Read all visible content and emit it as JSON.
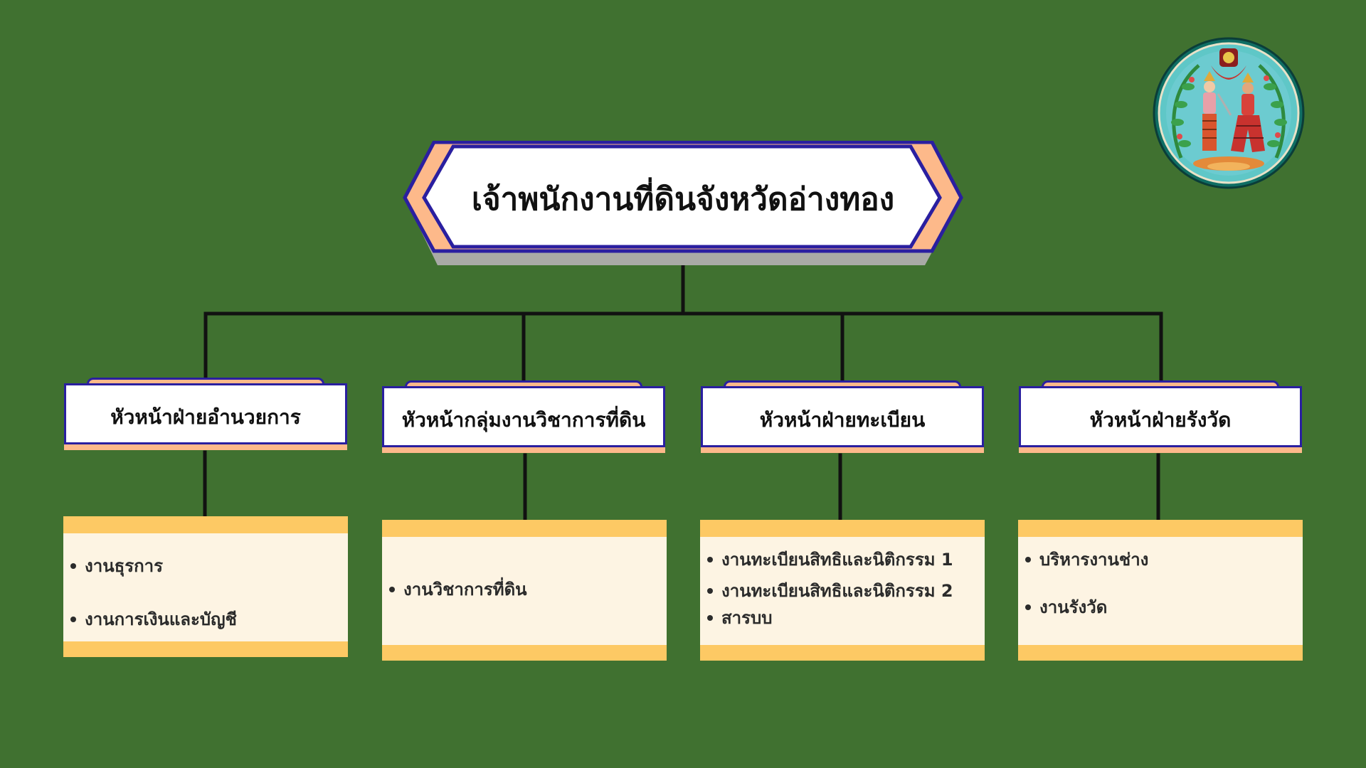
{
  "title": "เจ้าพนักงานที่ดินจังหวัดอ่างทอง",
  "departments": [
    {
      "label": "หัวหน้าฝ่ายอำนวยการ",
      "tasks": [
        "งานธุรการ",
        "งานการเงินและบัญชี"
      ]
    },
    {
      "label": "หัวหน้ากลุ่มงานวิชาการที่ดิน",
      "tasks": [
        "งานวิชาการที่ดิน"
      ]
    },
    {
      "label": "หัวหน้าฝ่ายทะเบียน",
      "tasks": [
        "งานทะเบียนสิทธิและนิติกรรม 1",
        "งานทะเบียนสิทธิและนิติกรรม 2",
        "สารบบ"
      ]
    },
    {
      "label": "หัวหน้าฝ่ายรังวัด",
      "tasks": [
        "บริหารงานช่าง",
        "งานรังวัด"
      ]
    }
  ],
  "colors": {
    "background": "#407130",
    "banner_border": "#2A1FA0",
    "banner_accent": "#FDB98A",
    "task_band": "#FDC964",
    "task_fill": "#FDF4E3",
    "connector": "#111111"
  },
  "icons": {
    "seal": "provincial-seal-icon"
  }
}
